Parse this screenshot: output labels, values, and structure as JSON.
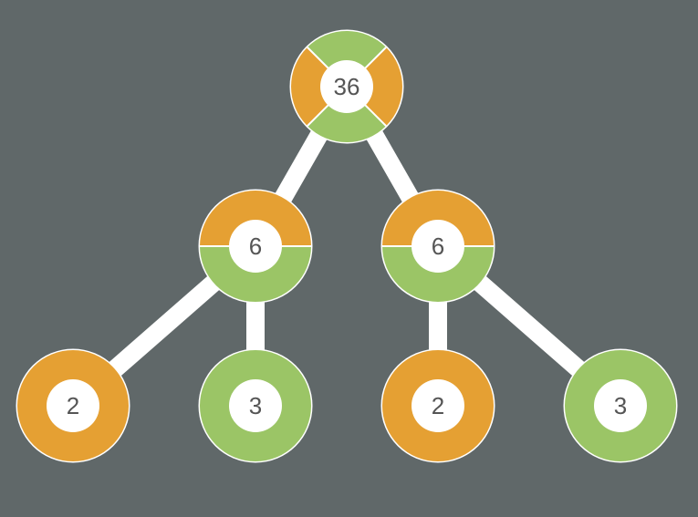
{
  "colors": {
    "background": "#606869",
    "orange": "#E5A033",
    "green": "#9BC566",
    "edge": "#FFFFFF",
    "center": "#FFFFFF",
    "text": "#555555"
  },
  "tree": {
    "root": {
      "value": "36",
      "segments": [
        "green",
        "orange",
        "green",
        "orange"
      ],
      "children": [
        {
          "value": "6",
          "segments": [
            "orange",
            "green"
          ],
          "children": [
            {
              "value": "2",
              "segments": [
                "orange"
              ]
            },
            {
              "value": "3",
              "segments": [
                "green"
              ]
            }
          ]
        },
        {
          "value": "6",
          "segments": [
            "orange",
            "green"
          ],
          "children": [
            {
              "value": "2",
              "segments": [
                "orange"
              ]
            },
            {
              "value": "3",
              "segments": [
                "green"
              ]
            }
          ]
        }
      ]
    }
  }
}
